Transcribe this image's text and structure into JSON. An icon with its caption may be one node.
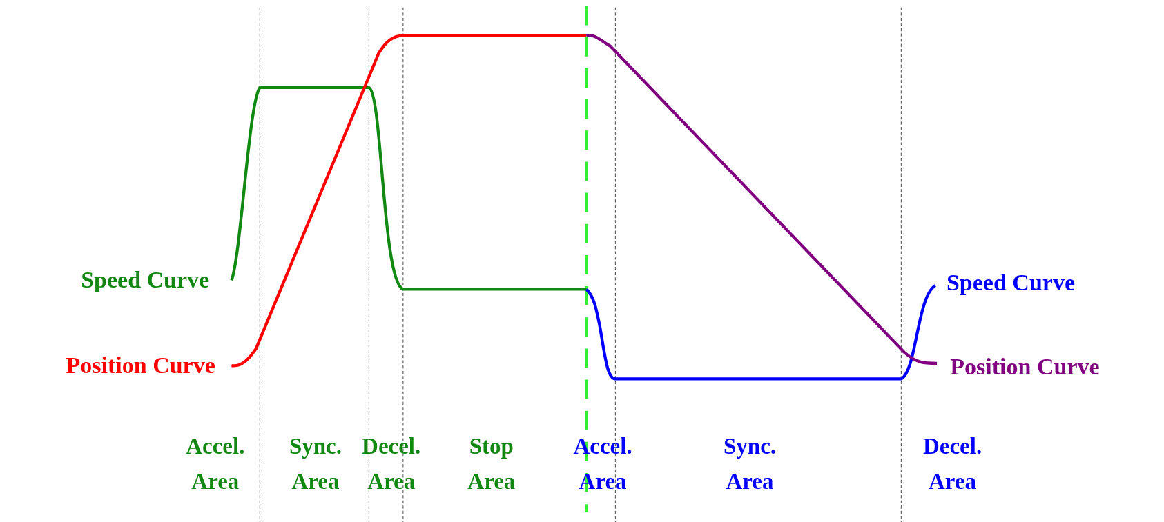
{
  "diagram": {
    "labels": [
      "Speed Curve",
      "Position Curve",
      "Speed Curve",
      "Position Curve",
      "Accel. Area",
      "Sync. Area",
      "Decel. Area",
      "Stop Area",
      "Accel. Area",
      "Sync. Area",
      "Decel. Area"
    ]
  }
}
